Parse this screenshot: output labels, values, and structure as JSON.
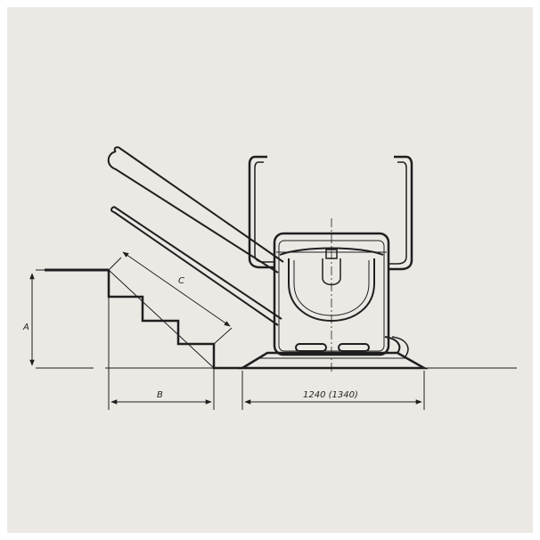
{
  "colors": {
    "background": "#ece9e5",
    "ink": "#1f1f1f"
  },
  "dimensions": {
    "height_label": "A",
    "run_label": "B",
    "diagonal_label": "C",
    "base_length_label": "1240 (1340)"
  }
}
